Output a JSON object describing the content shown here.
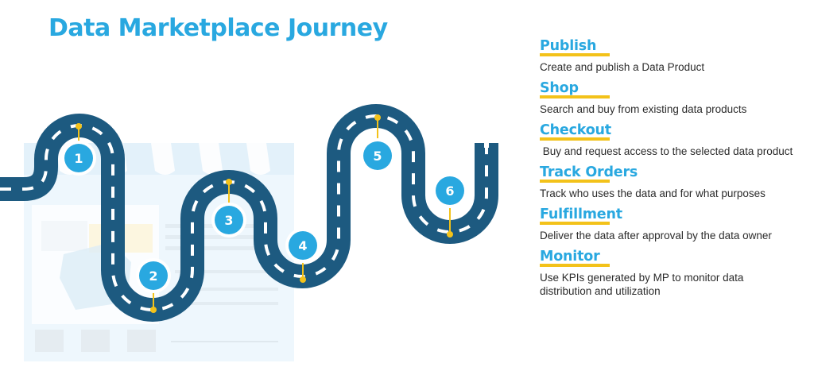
{
  "title": "Data Marketplace Journey",
  "colors": {
    "title": "#29a8e0",
    "road": "#1d5a80",
    "lane_marking": "#ffffff",
    "milestone_circle": "#29a8e0",
    "pin": "#f3c21a",
    "underline": "#f3c21a",
    "background_store": "#eaf5fc"
  },
  "road": {
    "milestones": [
      {
        "number": "1"
      },
      {
        "number": "2"
      },
      {
        "number": "3"
      },
      {
        "number": "4"
      },
      {
        "number": "5"
      },
      {
        "number": "6"
      }
    ]
  },
  "steps": [
    {
      "title": "Publish",
      "description": "Create and publish a Data Product"
    },
    {
      "title": "Shop",
      "description": "Search and buy from existing data products"
    },
    {
      "title": "Checkout",
      "description": " Buy and request access to the selected data product"
    },
    {
      "title": "Track Orders",
      "description": "Track who uses the data and for what purposes"
    },
    {
      "title": "Fulfillment",
      "description": "Deliver the data after approval by the data owner"
    },
    {
      "title": "Monitor",
      "description": "Use KPIs generated by MP to monitor data distribution and utilization"
    }
  ]
}
